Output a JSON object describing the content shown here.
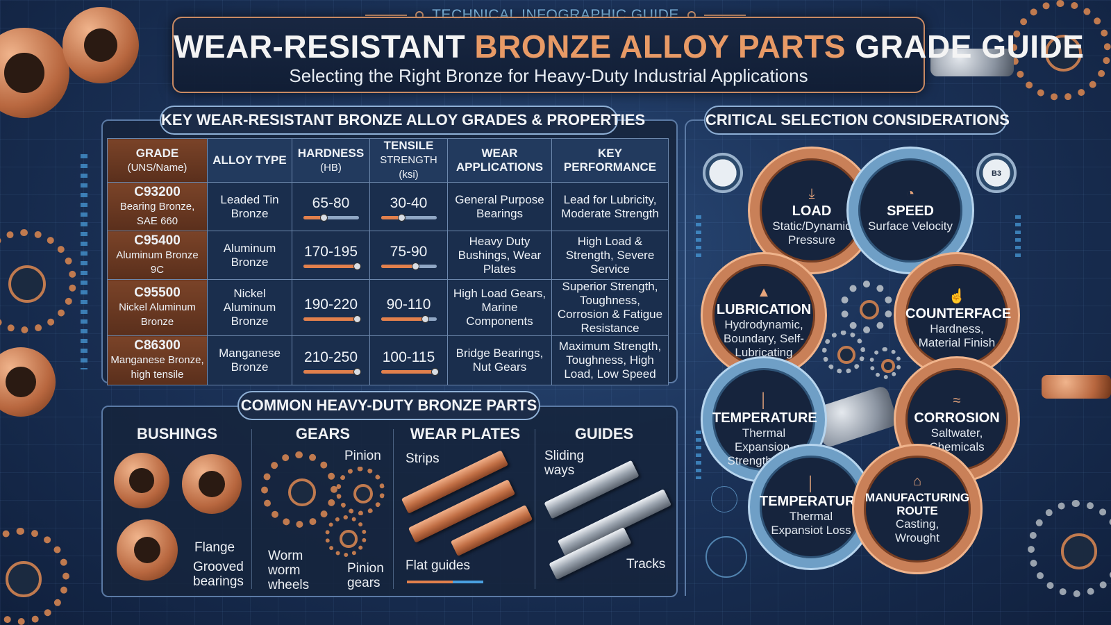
{
  "header": {
    "kicker": "TECHNICAL INFOGRAPHIC GUIDE",
    "title_part1": "WEAR-RESISTANT ",
    "title_part2": "BRONZE ALLOY PARTS",
    "title_part3": " GRADE GUIDE",
    "subtitle": "Selecting the Right Bronze for Heavy-Duty Industrial Applications"
  },
  "grades_panel": {
    "title": "KEY WEAR-RESISTANT BRONZE ALLOY GRADES & PROPERTIES",
    "columns": {
      "grade": "GRADE",
      "grade_sub": "(UNS/Name)",
      "alloy": "ALLOY TYPE",
      "hardness": "HARDNESS",
      "hardness_sub": "(HB)",
      "tensile": "TENSILE",
      "tensile_sub": "STRENGTH (ksi)",
      "wear_1": "WEAR",
      "wear_2": "APPLICATIONS",
      "perf_1": "KEY",
      "perf_2": "PERFORMANCE"
    },
    "rows": [
      {
        "code": "C93200",
        "name": "Bearing Bronze, SAE 660",
        "alloy": "Leaded Tin Bronze",
        "hardness": "65-80",
        "hardness_level": 0.35,
        "tensile": "30-40",
        "tensile_level": 0.35,
        "applications": "General Purpose Bearings",
        "performance": "Lead for Lubricity, Moderate Strength"
      },
      {
        "code": "C95400",
        "name": "Aluminum Bronze 9C",
        "alloy": "Aluminum Bronze",
        "hardness": "170-195",
        "hardness_level": 0.95,
        "tensile": "75-90",
        "tensile_level": 0.6,
        "applications": "Heavy Duty Bushings, Wear Plates",
        "performance": "High Load & Strength, Severe Service"
      },
      {
        "code": "C95500",
        "name": "Nickel Aluminum Bronze",
        "alloy": "Nickel Aluminum Bronze",
        "hardness": "190-220",
        "hardness_level": 0.95,
        "tensile": "90-110",
        "tensile_level": 0.78,
        "applications": "High Load Gears, Marine Components",
        "performance": "Superior Strength, Toughness, Corrosion & Fatigue Resistance"
      },
      {
        "code": "C86300",
        "name": "Manganese Bronze, high tensile",
        "alloy": "Manganese Bronze",
        "hardness": "210-250",
        "hardness_level": 0.95,
        "tensile": "100-115",
        "tensile_level": 0.95,
        "applications": "Bridge Bearings, Nut Gears",
        "performance": "Maximum Strength, Toughness, High Load, Low Speed"
      }
    ]
  },
  "parts_panel": {
    "title": "COMMON HEAVY-DUTY BRONZE PARTS",
    "bushings": {
      "title": "BUSHINGS",
      "flange": "Flange",
      "grooved": "Grooved bearings"
    },
    "gears": {
      "title": "GEARS",
      "pinion": "Pinion",
      "worm": "Worm worm wheels",
      "pinion_gears": "Pinion gears"
    },
    "wear_plates": {
      "title": "WEAR PLATES",
      "strips": "Strips",
      "flat": "Flat guides"
    },
    "guides": {
      "title": "GUIDES",
      "sliding": "Sliding ways",
      "tracks": "Tracks"
    }
  },
  "considerations": {
    "title": "CRITICAL SELECTION CONSIDERATIONS",
    "gauge_label": "B3",
    "items": {
      "load": {
        "head": "LOAD",
        "desc": "Static/Dynamic Pressure",
        "icon": "load-arrow-icon"
      },
      "speed": {
        "head": "SPEED",
        "desc": "Surface Velocity",
        "icon": "speedometer-icon"
      },
      "lubrication": {
        "head": "LUBRICATION",
        "desc": "Hydrodynamic, Boundary, Self-Lubricating Inserts",
        "icon": "oil-drop-icon"
      },
      "counterface": {
        "head": "COUNTERFACE",
        "desc": "Hardness, Material Finish",
        "icon": "finish-icon"
      },
      "temperature1": {
        "head": "TEMPERATURE",
        "desc": "Thermal Expansion, Strength Loss",
        "icon": "thermometer-icon"
      },
      "corrosion": {
        "head": "CORROSION",
        "desc": "Saltwater, Chemicals",
        "icon": "corrosion-icon"
      },
      "temperature2": {
        "head": "TEMPERATURE",
        "desc": "Thermal Expansiot Loss",
        "icon": "thermometer-icon"
      },
      "manufacturing": {
        "head": "MANUFACTURING ROUTE",
        "desc": "Casting, Wrought",
        "icon": "factory-icon"
      }
    }
  },
  "colors": {
    "copper": "#c98058",
    "steel_blue": "#6f9fc6",
    "accent_orange": "#e89a66",
    "background": "#1b3258"
  }
}
